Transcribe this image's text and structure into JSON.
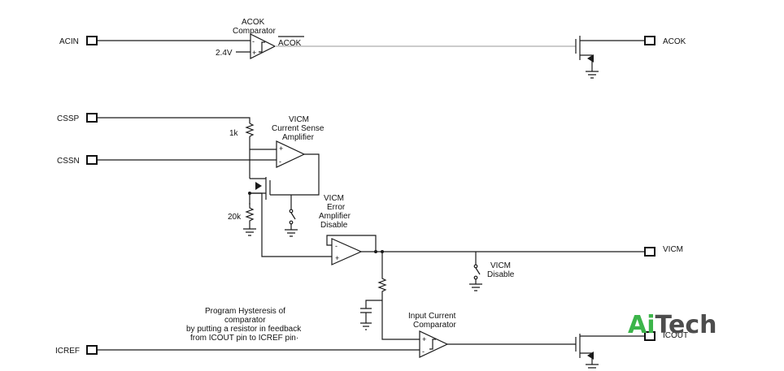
{
  "pins": {
    "acin": "ACIN",
    "acok": "ACOK",
    "cssp": "CSSP",
    "cssn": "CSSN",
    "vicm": "VICM",
    "icref": "ICREF",
    "icout": "ICOUT"
  },
  "labels": {
    "acok_comp_1": "ACOK",
    "acok_comp_2": "Comparator",
    "acok_bar": "ACOK",
    "ref_2v4": "2.4V",
    "r1k": "1k",
    "r20k": "20k",
    "csa_1": "VICM",
    "csa_2": "Current Sense",
    "csa_3": "Amplifier",
    "ead_1": "VICM",
    "ead_2": "Error",
    "ead_3": "Amplifier",
    "ead_4": "Disable",
    "vd_1": "VICM",
    "vd_2": "Disable",
    "icc_1": "Input Current",
    "icc_2": "Comparator",
    "note_1": "Program Hysteresis of",
    "note_2": "comparator",
    "note_3": "by putting a resistor in feedback",
    "note_4": "from ICOUT pin to ICREF pin·",
    "minus": "-",
    "plus": "+"
  },
  "logo": {
    "text_a": "Ai",
    "text_b": "Tech",
    "color_a": "#3cb54a",
    "color_b": "#4d4d4d"
  }
}
